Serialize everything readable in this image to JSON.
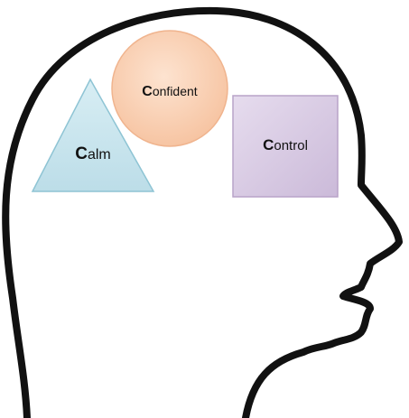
{
  "shapes": {
    "calm": {
      "initial": "C",
      "rest": "alm",
      "shape": "triangle",
      "fill": "#c9e4ec",
      "stroke": "#8ec4d4"
    },
    "confident": {
      "initial": "C",
      "rest": "onfident",
      "shape": "circle",
      "fill": "#f9d2b8",
      "stroke": "#f0b48e"
    },
    "control": {
      "initial": "C",
      "rest": "ontrol",
      "shape": "square",
      "fill": "#ddd2e6",
      "stroke": "#b8a3c8"
    }
  },
  "outline": {
    "shape": "head-silhouette",
    "stroke": "#111111"
  }
}
